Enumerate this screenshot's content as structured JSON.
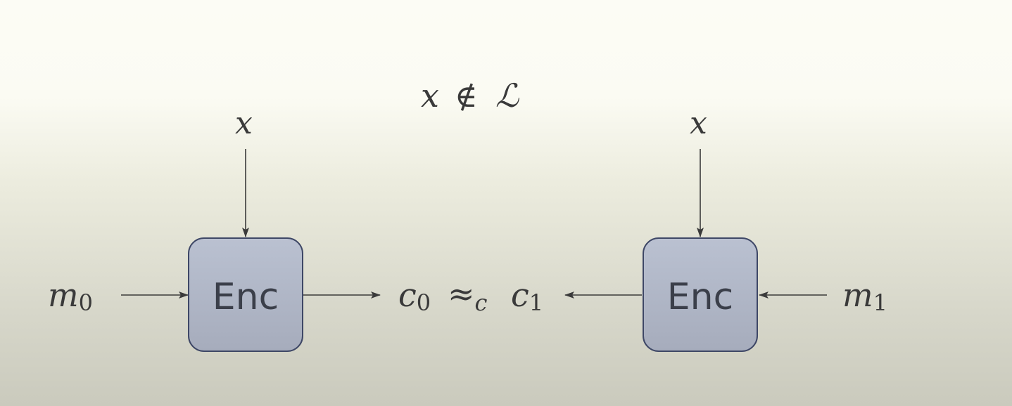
{
  "condition": {
    "var": "x",
    "relation": "∉",
    "set": "ℒ"
  },
  "left": {
    "input_top": "x",
    "message_base": "m",
    "message_sub": "0",
    "box_label": "Enc"
  },
  "right": {
    "input_top": "x",
    "message_base": "m",
    "message_sub": "1",
    "box_label": "Enc"
  },
  "output": {
    "left_base": "c",
    "left_sub": "0",
    "relation": "≈",
    "relation_sub": "c",
    "right_base": "c",
    "right_sub": "1"
  },
  "colors": {
    "box_fill_top": "#b9c0d0",
    "box_fill_bottom": "#a7adbd",
    "box_stroke": "#3e4766",
    "ink": "#3a3a3a"
  }
}
